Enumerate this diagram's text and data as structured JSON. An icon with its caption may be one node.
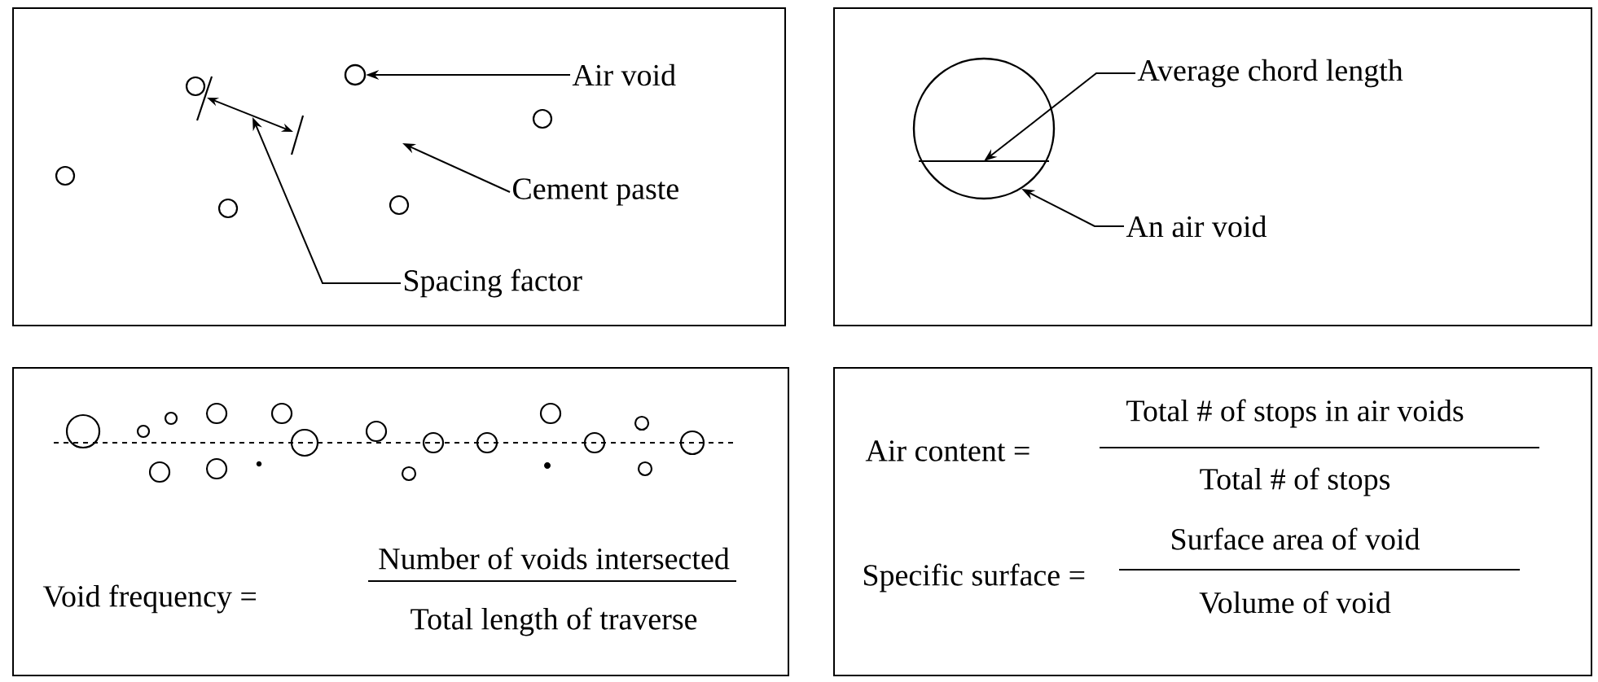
{
  "diagram": {
    "nodes": [
      {
        "text": [],
        "shape": "box"
      },
      {
        "text": [
          "Air void"
        ],
        "in": 0
      },
      {
        "text": [],
        "shape": "circle",
        "in": 0
      },
      {
        "text": [
          "Cement paste"
        ],
        "in": 0
      },
      {
        "text": [
          "Spacing factor"
        ],
        "in": 0
      },
      {
        "text": [],
        "shape": "box"
      },
      {
        "text": [
          "Average chord length"
        ],
        "in": 5
      },
      {
        "text": [],
        "shape": "circle",
        "in": 5
      },
      {
        "text": [
          "An air void"
        ],
        "in": 5
      },
      {
        "text": [
          "Void frequency =",
          "Number of voids intersected",
          "Total length of traverse"
        ]
      },
      {
        "text": [
          "Air content =",
          "Total # of stops in air voids",
          "Total # of stops",
          "Specific surface =",
          "Surface area of void",
          "Volume of void"
        ]
      }
    ],
    "edges": [
      {
        "from": 1,
        "to": 2,
        "arrow": "to"
      },
      {
        "from": 3,
        "to": null,
        "arrow": "to"
      },
      {
        "from": 4,
        "to": null,
        "arrow": "to"
      },
      {
        "from": 6,
        "to": 7,
        "arrow": "to"
      },
      {
        "from": 8,
        "to": 7,
        "arrow": "to"
      }
    ]
  }
}
